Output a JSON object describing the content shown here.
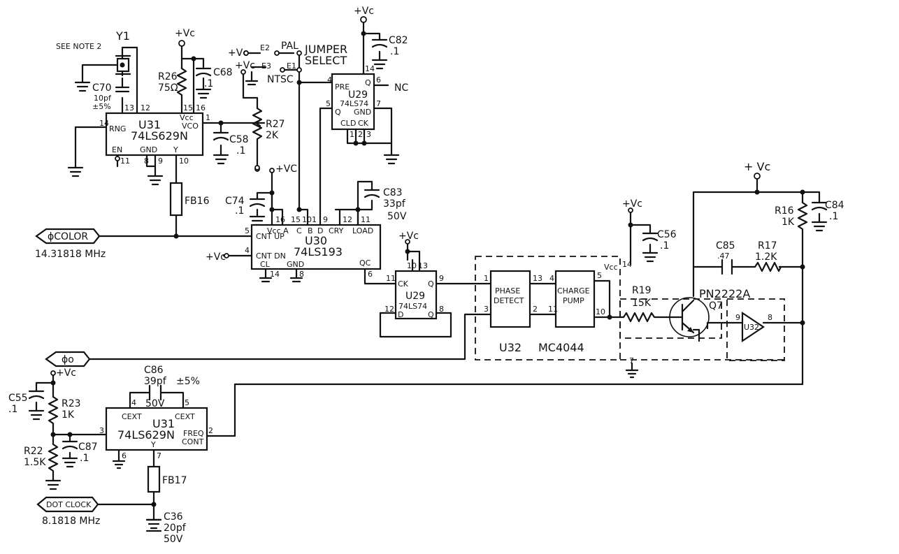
{
  "chips": {
    "u31a": {
      "ref": "U31",
      "part": "74LS629N",
      "rng": "RNG",
      "en": "EN",
      "gnd": "GND",
      "y": "Y",
      "vcc": "Vcc",
      "vco": "VCO",
      "p14": "14",
      "p13": "13",
      "p12": "12",
      "p15": "15",
      "p16": "16",
      "p1": "1",
      "p11": "11",
      "p8": "8",
      "p9": "9",
      "p10": "10"
    },
    "u29a": {
      "ref": "U29",
      "part": "74LS74",
      "pre": "PRE",
      "q": "Q",
      "qbar": "Q",
      "gnd": "GND",
      "cl": "CL",
      "d": "D",
      "ck": "CK",
      "p4": "4",
      "p14": "14",
      "p6": "6",
      "p5": "5",
      "p7": "7",
      "p1": "1",
      "p2": "2",
      "p3": "3"
    },
    "u30": {
      "ref": "U30",
      "part": "74LS193",
      "cntup": "CNT UP",
      "cntdn": "CNT DN",
      "cl": "CL",
      "gnd": "GND",
      "qc": "QC",
      "vcca": "Vcc A",
      "c": "C",
      "b": "B",
      "d": "D",
      "cry": "CRY",
      "load": "LOAD",
      "p5": "5",
      "p4": "4",
      "p14": "14",
      "p8": "8",
      "p6": "6",
      "p16": "16",
      "p15": "15",
      "p10": "10",
      "p1": "1",
      "p9": "9",
      "p12": "12",
      "p11": "11"
    },
    "u29b": {
      "ref": "U29",
      "part": "74LS74",
      "ck": "CK",
      "q": "Q",
      "d": "D",
      "qbar": "Q",
      "p11": "11",
      "p9": "9",
      "p10": "10",
      "p13": "13",
      "p12": "12",
      "p8": "8"
    },
    "u32": {
      "ref": "U32",
      "part": "MC4044",
      "pd1": "PHASE",
      "pd2": "DETECT",
      "cp1": "CHARGE",
      "cp2": "PUMP",
      "vcc": "Vcc",
      "p1": "1",
      "p13": "13",
      "p3": "3",
      "p2": "2",
      "p4": "4",
      "p11": "11",
      "p5": "5",
      "p10": "10",
      "p14": "14",
      "p9": "9",
      "p8": "8",
      "p7": "7",
      "amp": "U32"
    },
    "u31b": {
      "ref": "U31",
      "part": "74LS629N",
      "cext": "CEXT",
      "cext2": "CEXT",
      "freq": "FREQ",
      "cont": "CONT",
      "y": "Y",
      "p4": "4",
      "p5": "5",
      "p3": "3",
      "p2": "2",
      "p6": "6",
      "p7": "7"
    }
  },
  "parts": {
    "y1": {
      "ref": "Y1",
      "note": "SEE NOTE 2"
    },
    "r26": {
      "ref": "R26",
      "val": "75Ω"
    },
    "c68": {
      "ref": "C68",
      "val": ".1"
    },
    "c70": {
      "ref": "C70",
      "val": "10pf",
      "tol": "±5%"
    },
    "r27": {
      "ref": "R27",
      "val": "2K"
    },
    "c58": {
      "ref": "C58",
      "val": ".1"
    },
    "c82": {
      "ref": "C82",
      "val": ".1"
    },
    "c83": {
      "ref": "C83",
      "val": "33pf",
      "v": "50V"
    },
    "c74": {
      "ref": "C74",
      "val": ".1"
    },
    "fb16": {
      "ref": "FB16"
    },
    "c56": {
      "ref": "C56",
      "val": ".1"
    },
    "c85": {
      "ref": "C85",
      "val": ".47"
    },
    "r17": {
      "ref": "R17",
      "val": "1.2K"
    },
    "r16": {
      "ref": "R16",
      "val": "1K"
    },
    "c84": {
      "ref": "C84",
      "val": ".1"
    },
    "r19": {
      "ref": "R19",
      "val": "15K"
    },
    "q7": {
      "ref": "Q7",
      "part": "PN2222A"
    },
    "c86": {
      "ref": "C86",
      "val": "39pf",
      "tol": "±5%",
      "v": "50V"
    },
    "c55": {
      "ref": "C55",
      "val": ".1"
    },
    "r23": {
      "ref": "R23",
      "val": "1K"
    },
    "r22": {
      "ref": "R22",
      "val": "1.5K"
    },
    "c87": {
      "ref": "C87",
      "val": ".1"
    },
    "fb17": {
      "ref": "FB17"
    },
    "c36": {
      "ref": "C36",
      "val": "20pf",
      "v": "50V"
    }
  },
  "jumper": {
    "e2": "E2",
    "pal": "PAL",
    "e3": "E3",
    "e1": "E1",
    "ntsc": "NTSC",
    "t1": "JUMPER",
    "t2": "SELECT"
  },
  "supply": {
    "vc": "+Vc",
    "vc_plus": "+VC",
    "vc_sp": "+ Vc",
    "nc": "NC"
  },
  "signals": {
    "color": "ϕCOLOR",
    "color_freq": "14.31818 MHz",
    "phi0": "ϕo",
    "dot": "DOT CLOCK",
    "dot_freq": "8.1818 MHz"
  }
}
